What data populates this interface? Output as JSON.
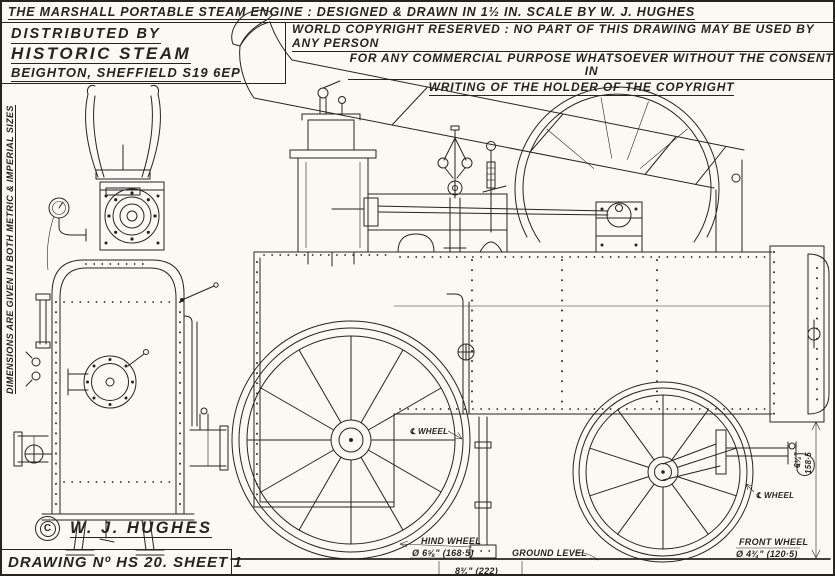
{
  "sheet": {
    "title": "THE MARSHALL PORTABLE STEAM ENGINE :  DESIGNED & DRAWN IN  1½ IN. SCALE  BY  W. J. HUGHES",
    "distributor": {
      "prefix": "DISTRIBUTED BY",
      "name": "HISTORIC STEAM",
      "address": "BEIGHTON, SHEFFIELD S19 6EP"
    },
    "copyright": {
      "line1": "WORLD COPYRIGHT RESERVED :  NO PART OF THIS DRAWING MAY BE USED BY ANY PERSON",
      "line2": "FOR ANY COMMERCIAL PURPOSE WHATSOEVER WITHOUT THE CONSENT IN",
      "line3": "WRITING OF THE HOLDER OF THE COPYRIGHT"
    },
    "side_note": "DIMENSIONS ARE GIVEN IN BOTH METRIC & IMPERIAL SIZES",
    "author": {
      "symbol": "C",
      "name": "W. J. HUGHES"
    },
    "drawing_number": "DRAWING Nº HS 20. SHEET 1"
  },
  "annotations": {
    "hind_wheel": {
      "label": "HIND WHEEL",
      "dim": "Ø 6⅝\" (168·5)"
    },
    "front_wheel": {
      "label": "FRONT WHEEL",
      "dim": "Ø 4¾\" (120·5)"
    },
    "ground_level": "GROUND LEVEL",
    "ground_offset": "8¾\" (222)",
    "wheel_cl_hind": "℄ WHEEL",
    "wheel_cl_front": "℄ WHEEL",
    "height_dim_in": "6¼\"",
    "height_dim_mm": "158·5"
  },
  "colors": {
    "paper": "#faf9f4",
    "ink": "#26241f"
  }
}
